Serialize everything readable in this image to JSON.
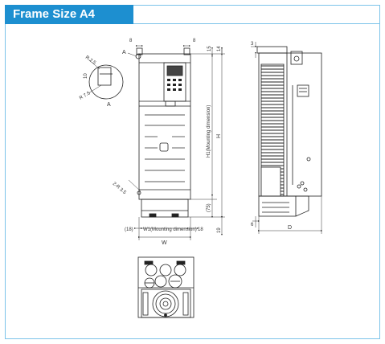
{
  "header": {
    "title": "Frame Size A4"
  },
  "front_view": {
    "dims": {
      "top_left": "8",
      "top_right": "8",
      "right_top_a": "15",
      "right_top_b": "14",
      "bottom_right_small": "18",
      "bottom_left_paren": "(18)",
      "bottom_right_vert": "19",
      "height_75": "(75)",
      "mounting_height": "H1(Mounting dimension)",
      "height": "H",
      "mounting_width": "W1(Mounting dimension)",
      "width": "W",
      "corner_r25": "R 2.5",
      "corner_10": "10",
      "corner_r75": "R 7.5",
      "label_a_top": "A",
      "label_a_bottom": "A",
      "hole": "2-R 3.5"
    }
  },
  "side_view": {
    "dims": {
      "top": "3",
      "bottom_left": "6",
      "depth": "D"
    }
  }
}
